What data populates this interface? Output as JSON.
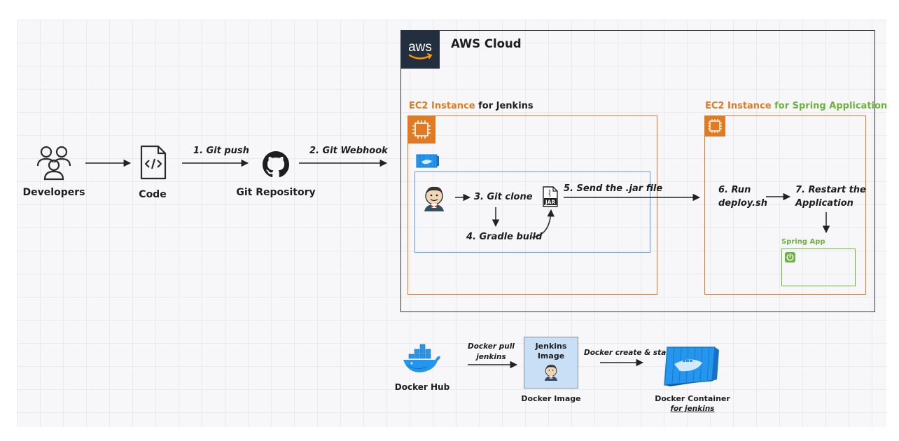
{
  "colors": {
    "aws_dark": "#232f3e",
    "ec2_orange": "#e07b24",
    "spring_green": "#6db33f",
    "docker_blue": "#2496ed",
    "inner_blue": "#5b9be8",
    "image_fill": "#c9dff5"
  },
  "icons": [
    "people-icon",
    "code-file-icon",
    "github-icon",
    "aws-logo",
    "ec2-chip-icon",
    "docker-container-icon",
    "jenkins-icon",
    "jar-file-icon",
    "spring-power-icon",
    "docker-whale-icon"
  ],
  "nodes": {
    "developers": "Developers",
    "code": "Code",
    "git_repo": "Git Repository",
    "aws_cloud": "AWS Cloud",
    "ec2_jenkins_prefix": "EC2 Instance",
    "ec2_jenkins_suffix": " for Jenkins",
    "ec2_spring_prefix": "EC2 Instance",
    "ec2_spring_suffix": " for Spring Application",
    "spring_app": "Spring App",
    "docker_hub": "Docker Hub",
    "jenkins_image_line1": "Jenkins",
    "jenkins_image_line2": "Image",
    "docker_image": "Docker Image",
    "docker_container": "Docker Container",
    "for_jenkins": "for jenkins"
  },
  "steps": {
    "s1": "1. Git push",
    "s2": "2. Git Webhook",
    "s3": "3. Git clone",
    "s4": "4. Gradle build",
    "s5": "5. Send the .jar file",
    "s6_line1": "6. Run",
    "s6_line2": "deploy.sh",
    "s7_line1": "7. Restart the",
    "s7_line2": "Application",
    "docker_pull_line1": "Docker pull",
    "docker_pull_line2": "jenkins",
    "docker_create": "Docker create & start"
  },
  "jar_label": "JAR"
}
